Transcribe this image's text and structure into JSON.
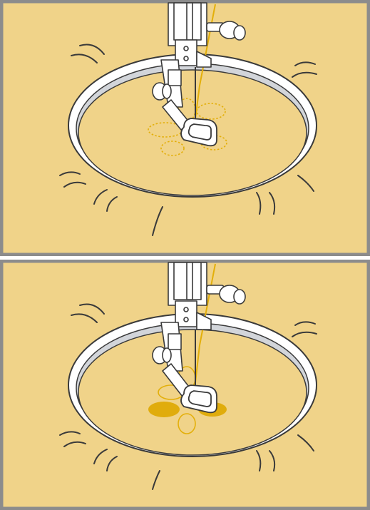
{
  "panels": [
    {
      "id": "top",
      "step": "outline",
      "flower_filled": false
    },
    {
      "id": "bottom",
      "step": "fill",
      "flower_filled": true
    }
  ],
  "colors": {
    "fabric": "#F0D389",
    "frame": "#8C8C8C",
    "thread": "#E3AF0A",
    "flower_fill": "#E0AC0C",
    "hoop": "#FFFFFF",
    "hoop_inner": "#D2D5DA",
    "metal": "#FFFFFF",
    "ink": "#3A3A3A"
  },
  "icons": {
    "hoop": "embroidery-hoop",
    "presser_foot": "embroidery-presser-foot",
    "needle": "needle",
    "stitch_design": "flower-design"
  }
}
